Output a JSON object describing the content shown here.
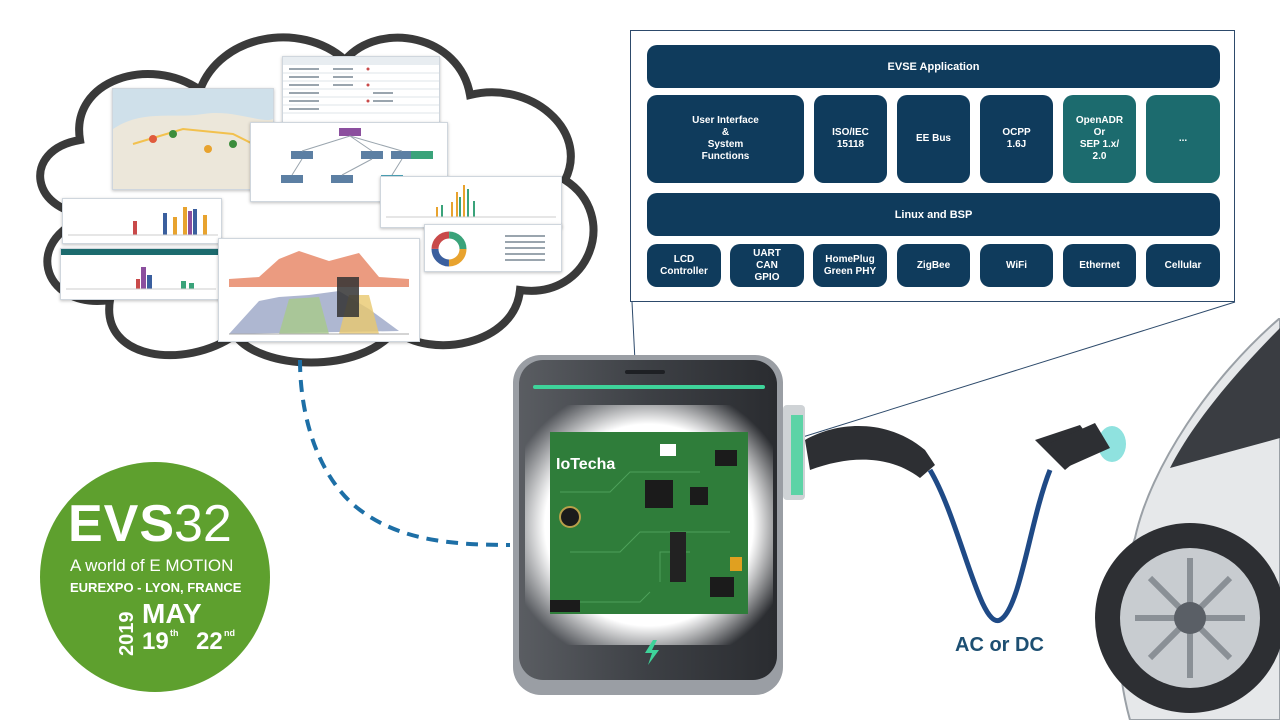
{
  "architecture": {
    "application": "EVSE Application",
    "modules": [
      "User Interface\n&\nSystem\nFunctions",
      "ISO/IEC\n15118",
      "EE Bus",
      "OCPP\n1.6J",
      "OpenADR\nOr\nSEP 1.x/\n2.0",
      "..."
    ],
    "os": "Linux and BSP",
    "drivers": [
      "LCD\nController",
      "UART\nCAN\nGPIO",
      "HomePlug\nGreen PHY",
      "ZigBee",
      "WiFi",
      "Ethernet",
      "Cellular"
    ],
    "colors": {
      "block": "#0f3b5c",
      "teal": "#1c6b6e"
    }
  },
  "connection_label": "AC or DC",
  "board": {
    "brand": "IoTecha"
  },
  "logo": {
    "event": "EVS",
    "number": "32",
    "tagline": "A world of E MOTION",
    "venue": "EUREXPO - LYON, FRANCE",
    "year": "2019",
    "month": "MAY",
    "day_start": "19",
    "day_start_suffix": "th",
    "day_end": "22",
    "day_end_suffix": "nd",
    "color": "#5ea02e"
  },
  "icons": {
    "charger_status": "lightning-icon"
  }
}
